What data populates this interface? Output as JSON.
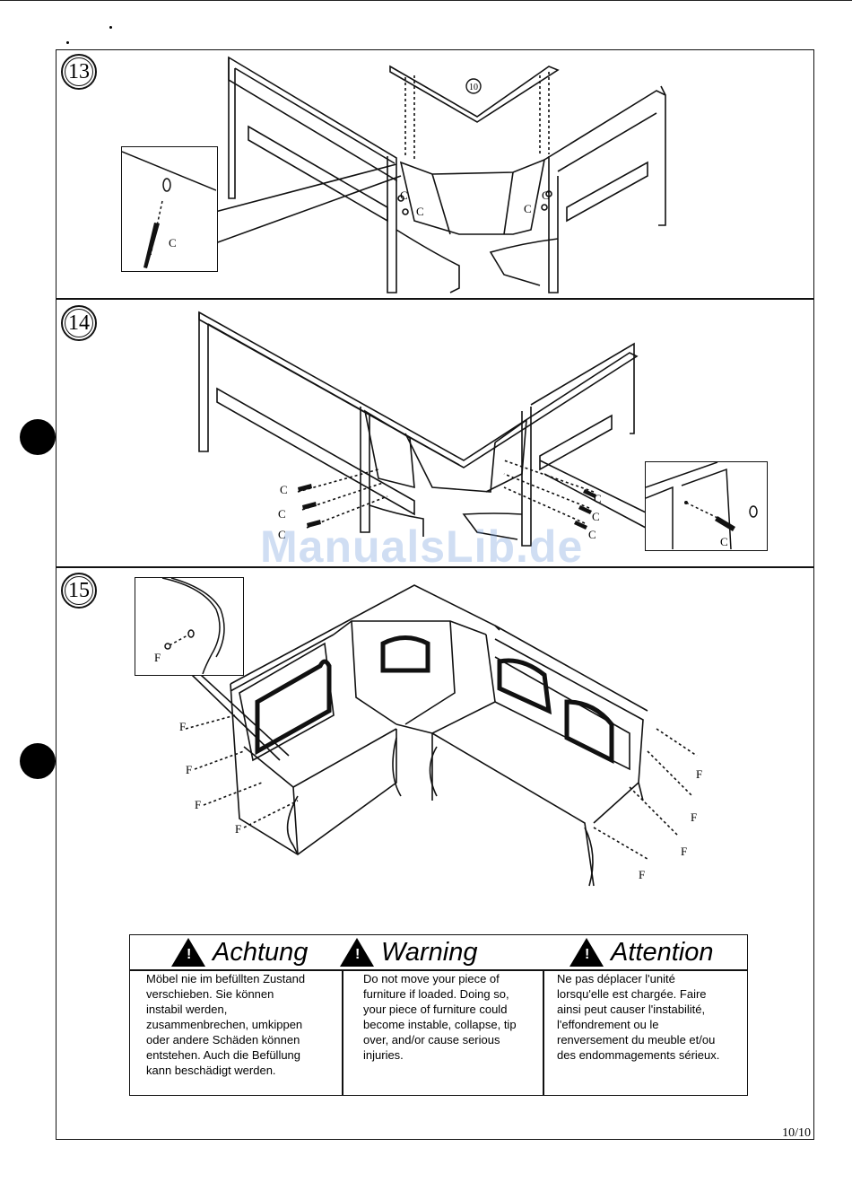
{
  "steps": {
    "s13": "13",
    "s14": "14",
    "s15": "15"
  },
  "part_ref": "10",
  "step13": {
    "inset_label": "C",
    "labels": [
      "C",
      "C",
      "C",
      "C"
    ]
  },
  "step14": {
    "left_labels": [
      "C",
      "C",
      "C"
    ],
    "right_labels": [
      "C",
      "C",
      "C"
    ],
    "inset_label": "C"
  },
  "step15": {
    "inset_label": "F",
    "left_labels": [
      "F",
      "F",
      "F",
      "F"
    ],
    "right_labels": [
      "F",
      "F",
      "F",
      "F"
    ]
  },
  "watermark": "ManualsLib.de",
  "warnings": {
    "de": {
      "title": "Achtung",
      "text": "Möbel nie im befüllten Zustand\nverschieben. Sie können\ninstabil werden,\nzusammenbrechen, umkippen\noder andere Schäden können\nentstehen. Auch die Befüllung\nkann beschädigt werden."
    },
    "en": {
      "title": "Warning",
      "text": "Do not move your piece of\nfurniture if loaded. Doing so,\nyour piece of furniture could\nbecome instable, collapse, tip\nover, and/or cause serious\ninjuries."
    },
    "fr": {
      "title": "Attention",
      "text": "Ne pas déplacer l'unité\nlorsqu'elle est chargée. Faire\nainsi peut causer l'instabilité,\nl'effondrement ou le\nrenversement du meuble et/ou\ndes endommagements sérieux."
    }
  },
  "warning_symbol": "!",
  "page_number": "10/10"
}
